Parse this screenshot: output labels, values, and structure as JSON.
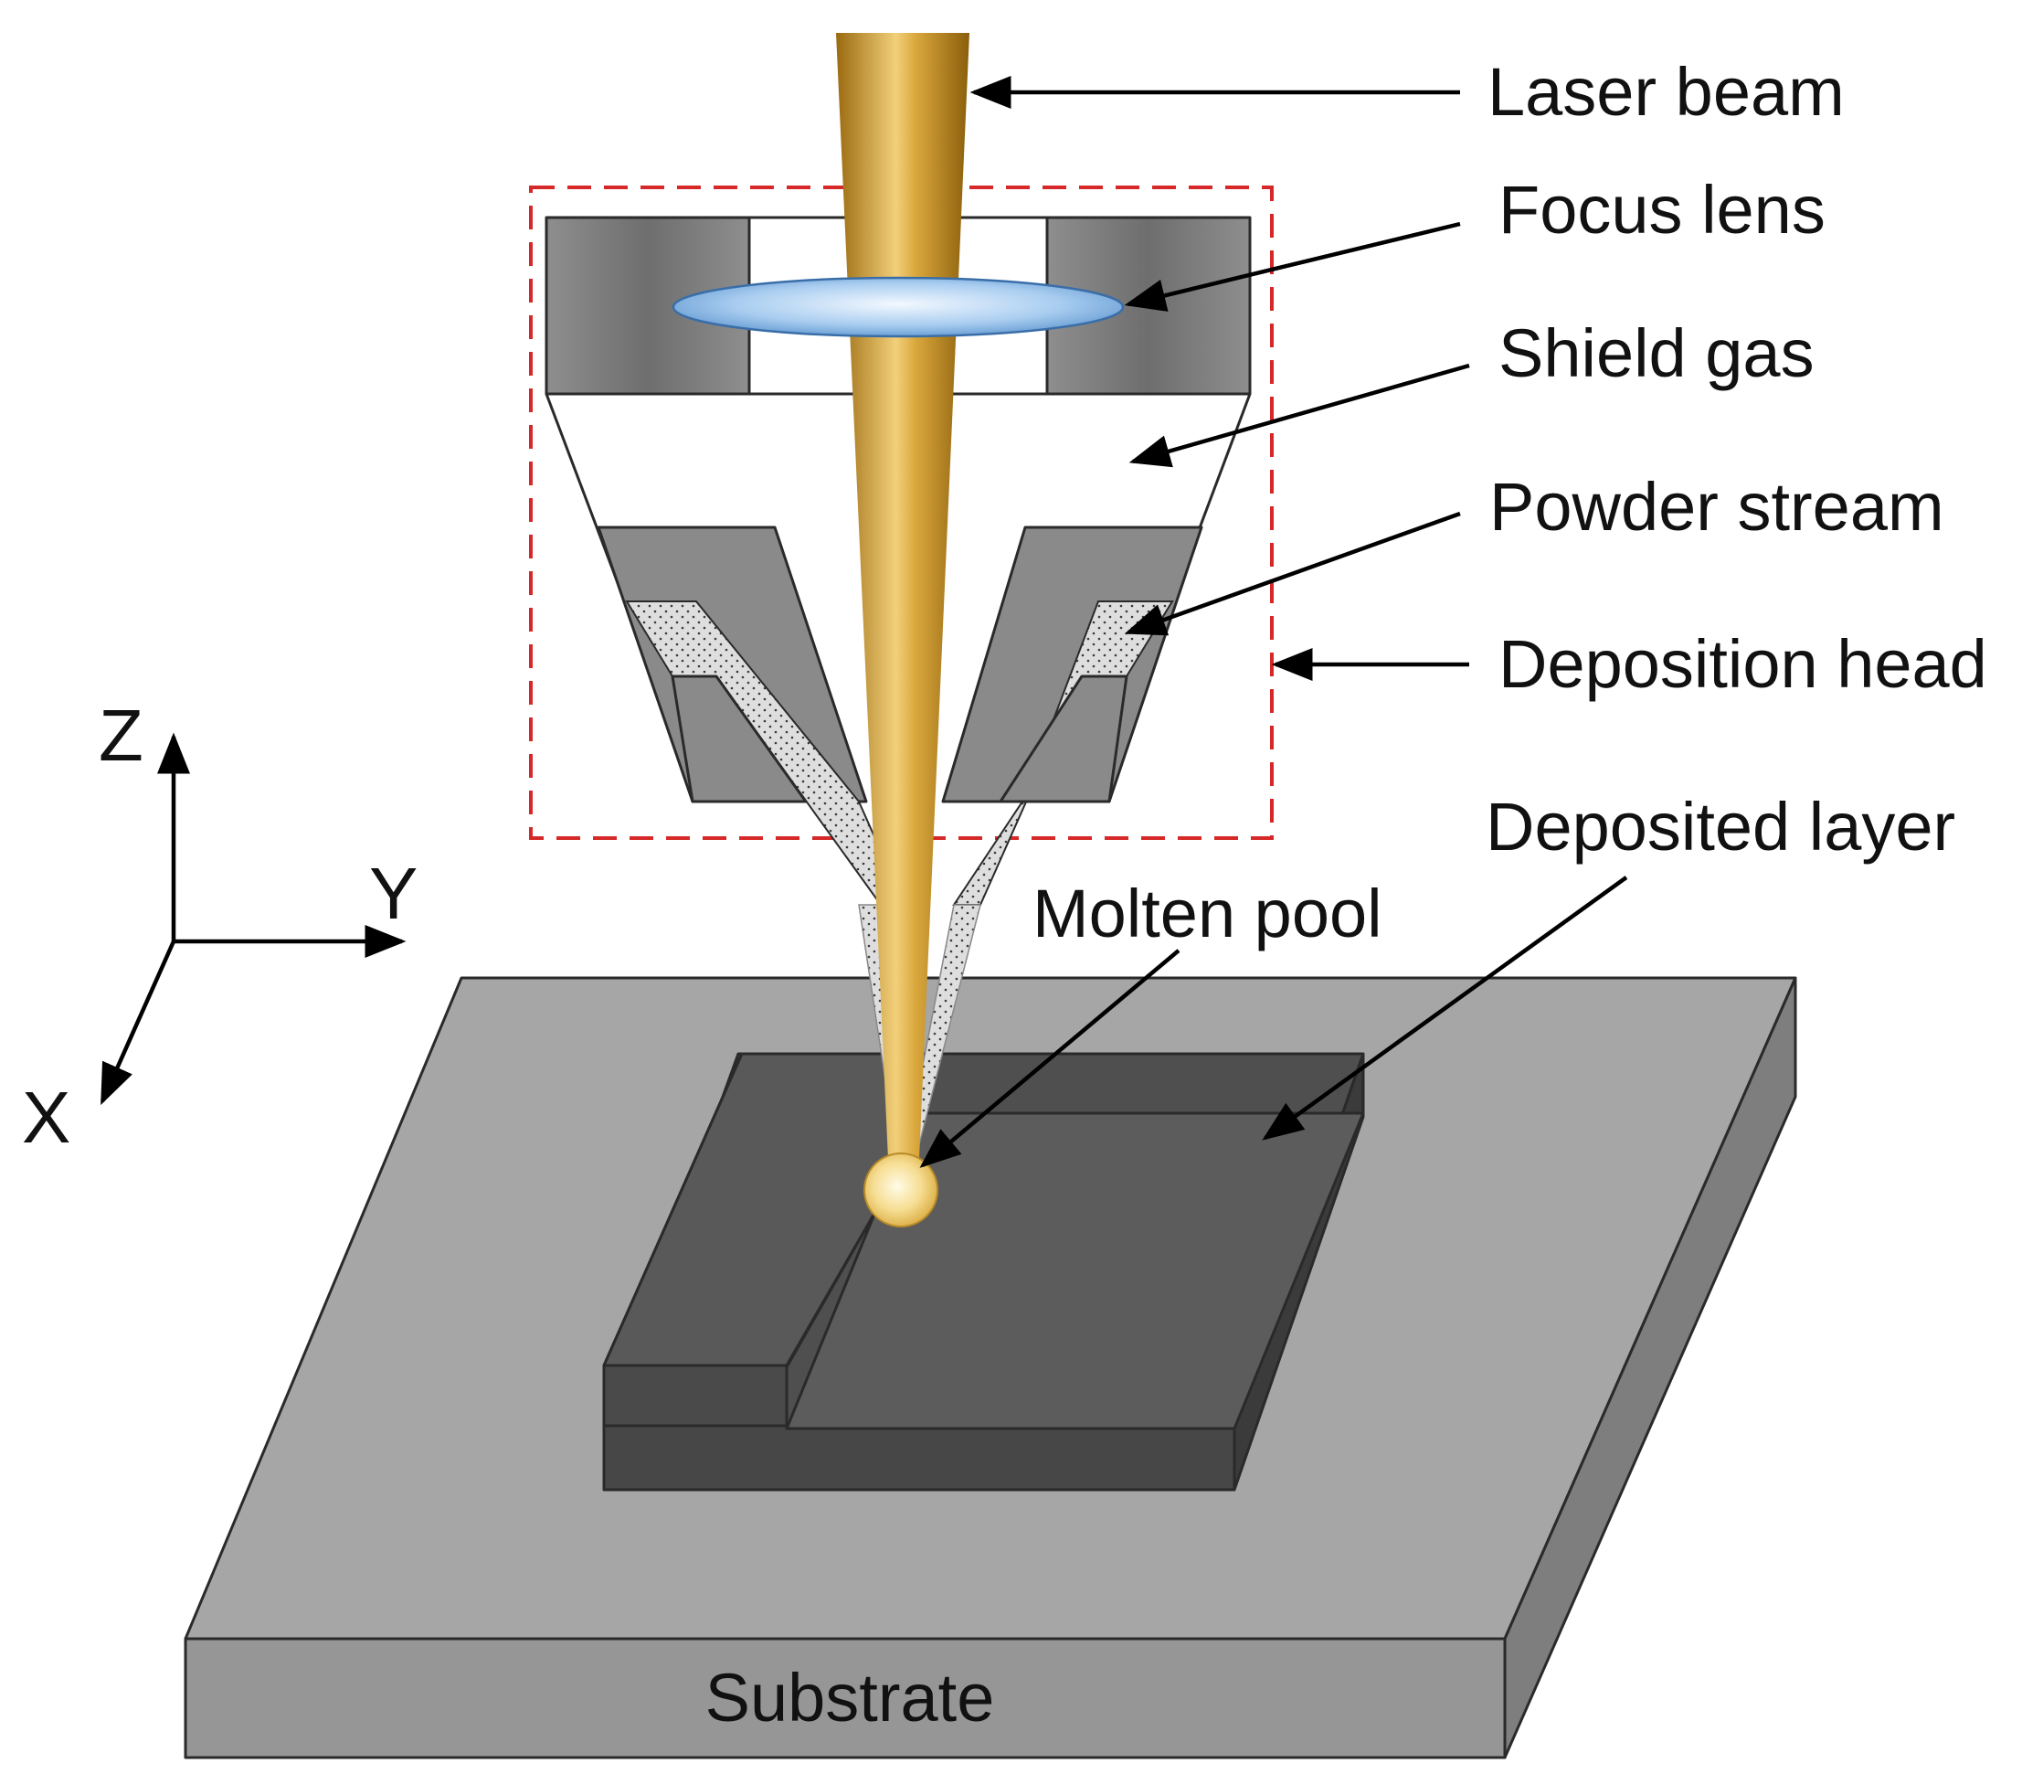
{
  "labels": {
    "laser_beam": "Laser beam",
    "focus_lens": "Focus lens",
    "shield_gas": "Shield gas",
    "powder_stream": "Powder stream",
    "deposition_head": "Deposition head",
    "deposited_layer": "Deposited layer",
    "molten_pool": "Molten pool",
    "substrate": "Substrate"
  },
  "axes": {
    "z": "Z",
    "y": "Y",
    "x": "X"
  },
  "colors": {
    "beam": "#c8921e",
    "beam_highlight": "#f2cf7a",
    "lens": "#a9cdf0",
    "nozzle_body": "#7d7d7d",
    "powder": "#d8d8d8",
    "layer_top": "#555555",
    "layer_side": "#404040",
    "substrate_top": "#a6a6a6",
    "substrate_side": "#8c8c8c",
    "head_frame": "#d62828",
    "molten_pool": "#f0d27a"
  }
}
